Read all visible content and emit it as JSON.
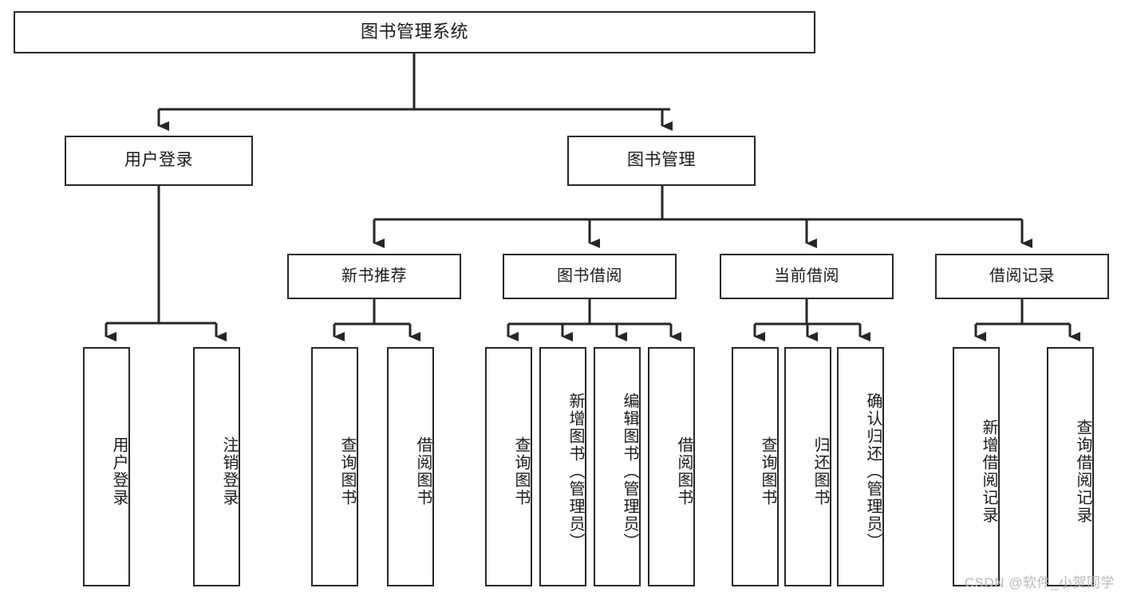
{
  "diagram": {
    "type": "tree",
    "title": "图书管理系统",
    "orientation": "top-down",
    "colors": {
      "background": "#ffffff",
      "box_border": "#26262a",
      "box_fill": "#ffffff",
      "connector": "#26262a",
      "text": "#1a1a1a",
      "watermark": "#b9b9bd"
    },
    "root": {
      "label": "图书管理系统"
    },
    "level1": [
      {
        "label": "用户登录"
      },
      {
        "label": "图书管理"
      }
    ],
    "level2": [
      {
        "label": "新书推荐"
      },
      {
        "label": "图书借阅"
      },
      {
        "label": "当前借阅"
      },
      {
        "label": "借阅记录"
      }
    ],
    "leaves": {
      "user_login": [
        {
          "label": "用户登录"
        },
        {
          "label": "注销登录"
        }
      ],
      "new_book_recommend": [
        {
          "label": "查询图书"
        },
        {
          "label": "借阅图书"
        }
      ],
      "book_borrow": [
        {
          "label": "查询图书"
        },
        {
          "label": "新增图书（管理员）"
        },
        {
          "label": "编辑图书（管理员）"
        },
        {
          "label": "借阅图书"
        }
      ],
      "current_borrow": [
        {
          "label": "查询图书"
        },
        {
          "label": "归还图书"
        },
        {
          "label": "确认归还（管理员）"
        }
      ],
      "borrow_record": [
        {
          "label": "新增借阅记录"
        },
        {
          "label": "查询借阅记录"
        }
      ]
    }
  },
  "watermark": {
    "text": "CSDN @软件_小贺同学"
  }
}
